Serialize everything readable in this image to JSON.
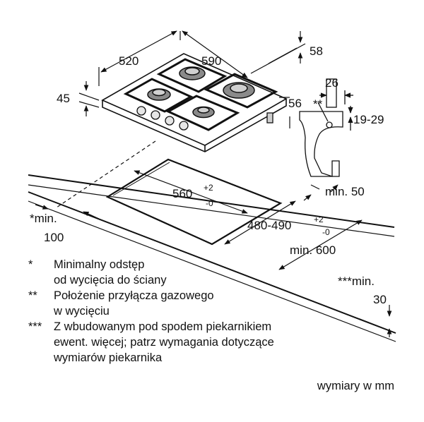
{
  "dimensions": {
    "width_outer": "520",
    "width_top": "590",
    "depth_right": "58",
    "height_left": "45",
    "side_26": "26",
    "side_56": "56",
    "side_1929": "19-29",
    "gas_mark": "**",
    "cutout_width": "560",
    "cutout_width_tol_plus": "+2",
    "cutout_width_tol_minus": "-0",
    "cutout_depth": "480-490",
    "cutout_depth_tol_plus": "+2",
    "cutout_depth_tol_minus": "-0",
    "min_50": "min. 50",
    "min_100_label": "*min.",
    "min_100_value": "100",
    "min_600": "min. 600",
    "min_30_label": "***min.",
    "min_30_value": "30"
  },
  "notes": [
    {
      "mark": "*",
      "text_1": "Minimalny odstęp",
      "text_2": "od wycięcia do ściany"
    },
    {
      "mark": "**",
      "text_1": "Położenie przyłącza gazowego",
      "text_2": "w wycięciu"
    },
    {
      "mark": "***",
      "text_1": "Z wbudowanym pod spodem piekarnikiem",
      "text_2": "ewent. więcej; patrz wymagania dotyczące",
      "text_3": "wymiarów piekarnika"
    }
  ],
  "units_label": "wymiary w mm"
}
